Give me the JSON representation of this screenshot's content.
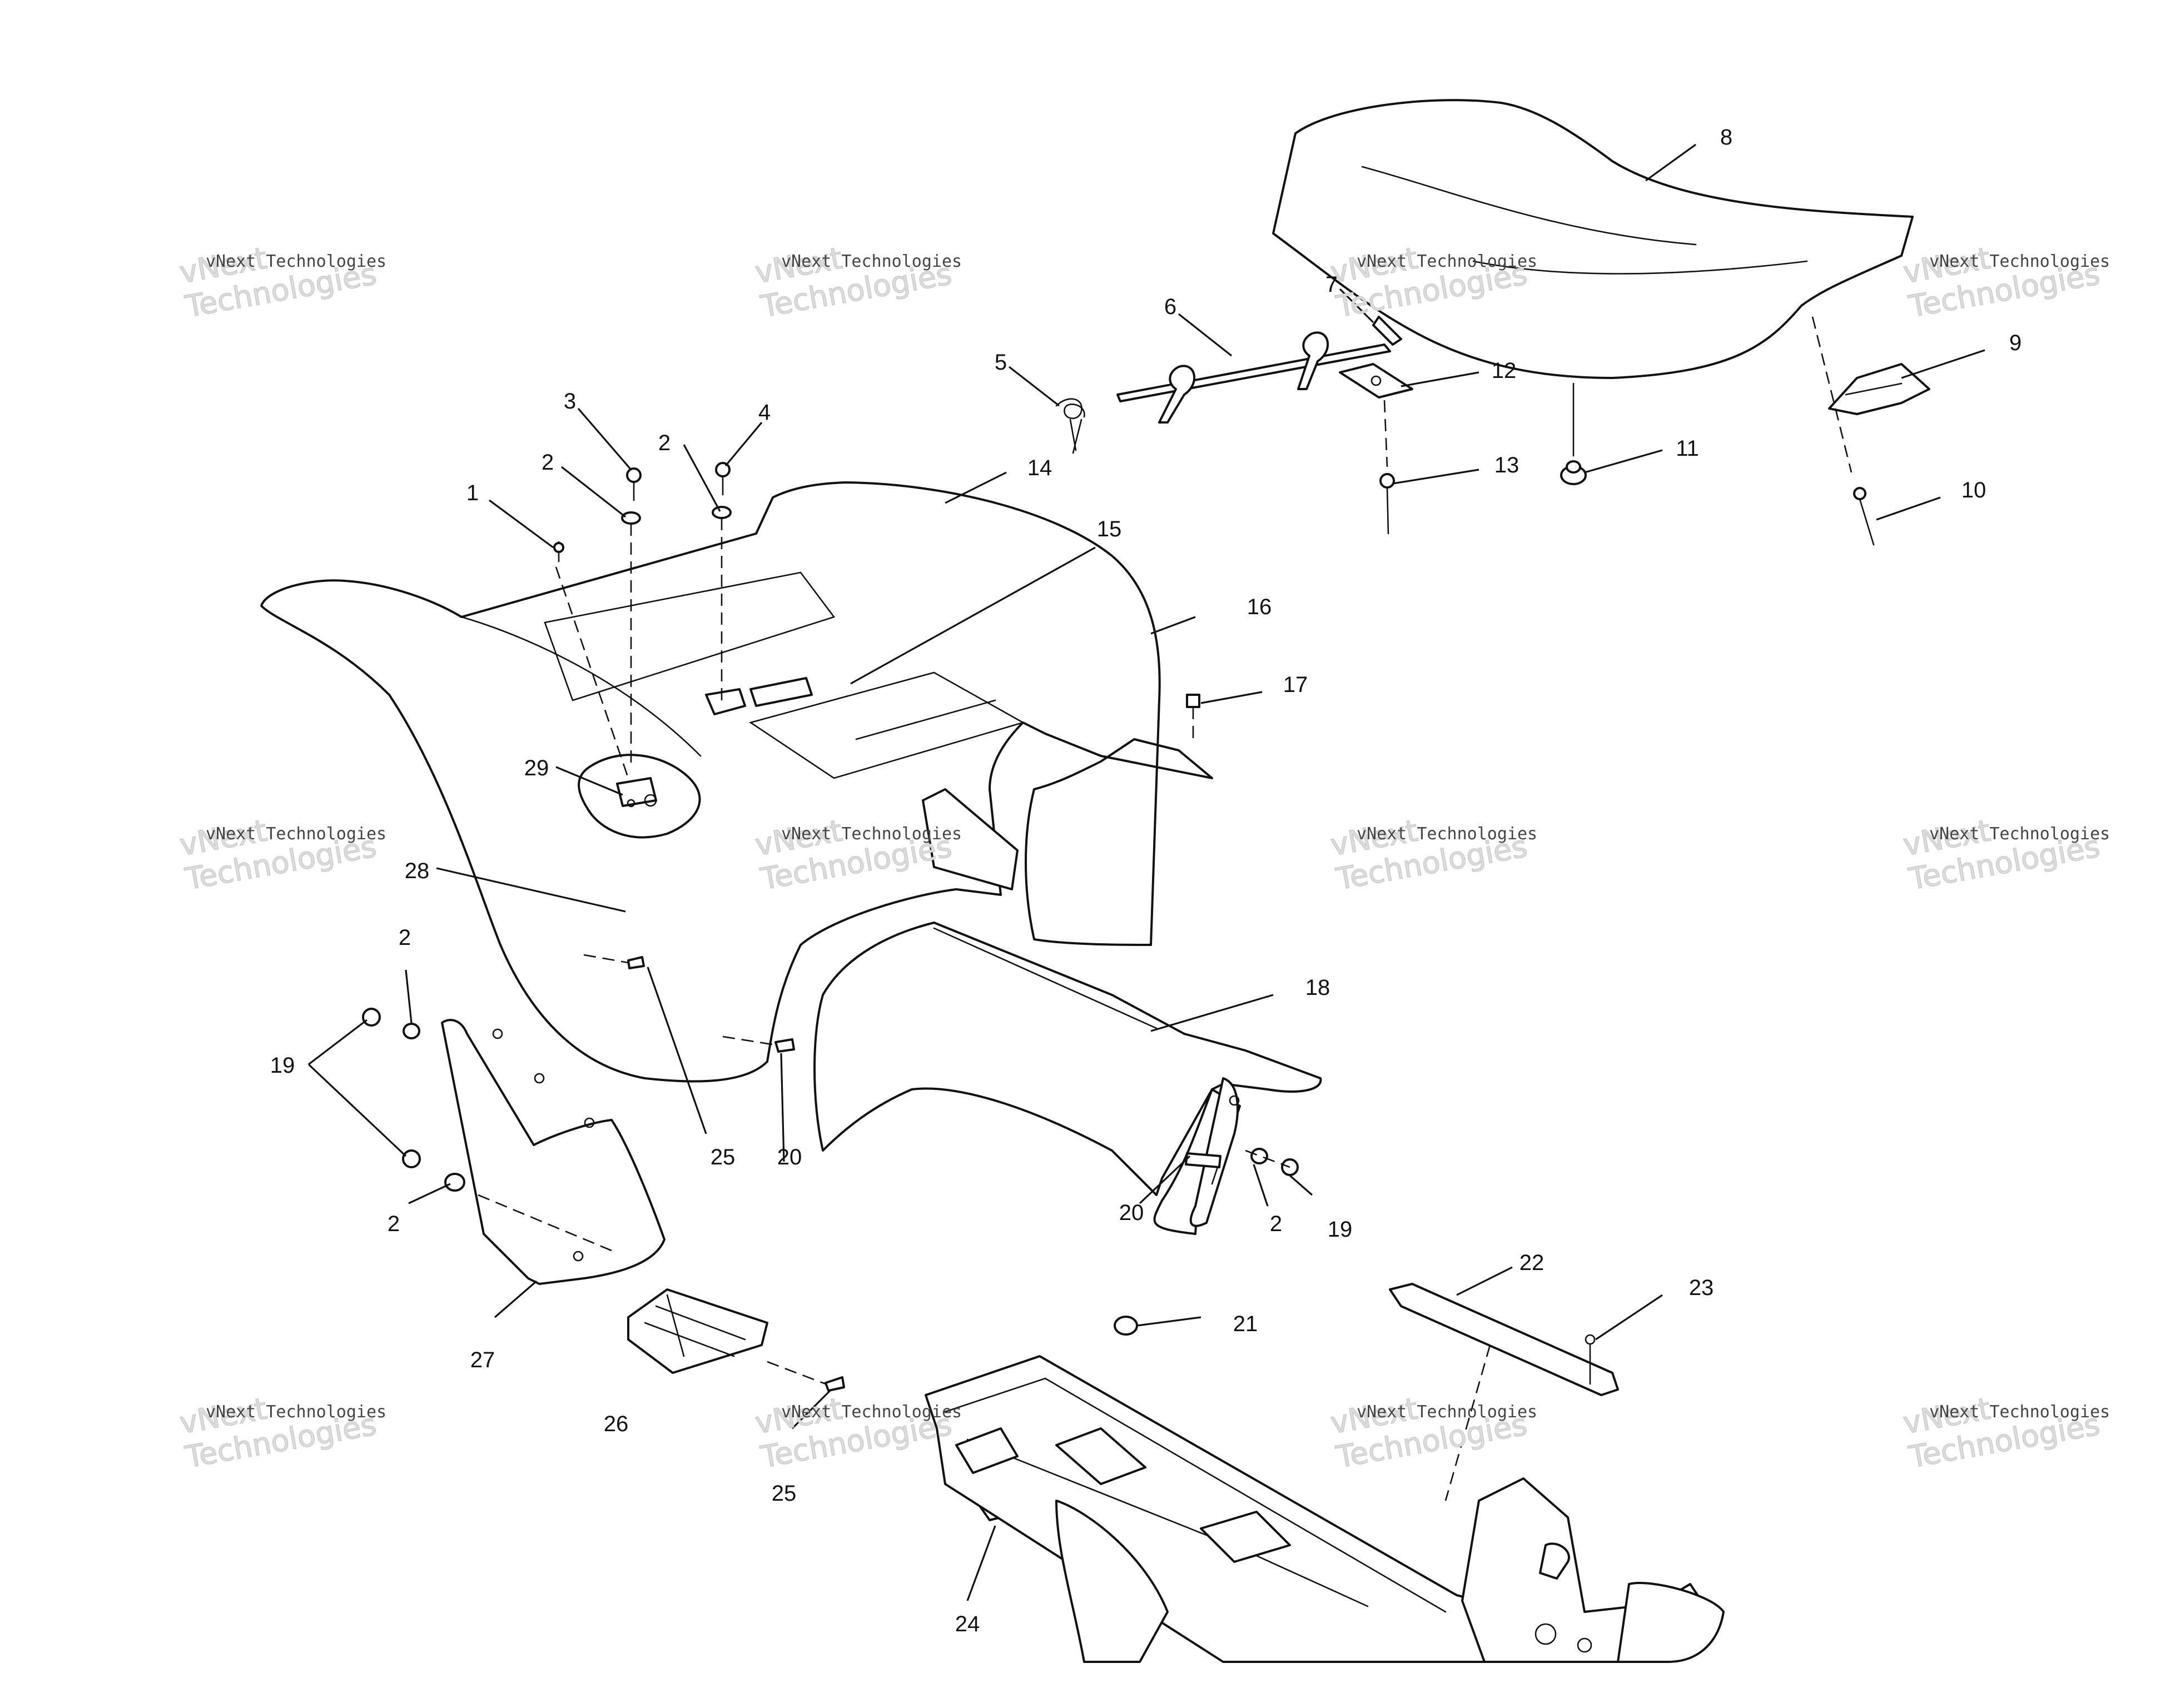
{
  "diagram": {
    "callouts": [
      "1",
      "2",
      "3",
      "2",
      "4",
      "5",
      "6",
      "7",
      "8",
      "9",
      "10",
      "11",
      "12",
      "13",
      "14",
      "15",
      "16",
      "17",
      "28",
      "29",
      "2",
      "19",
      "2",
      "25",
      "20",
      "18",
      "20",
      "2",
      "19",
      "27",
      "26",
      "25",
      "21",
      "22",
      "23",
      "24"
    ]
  },
  "watermark": {
    "line1": "vNext Technologies",
    "line2": "vNext\nTechnologies"
  },
  "colors": {
    "ink": "#111111",
    "watermark": "#c8c8c8",
    "background": "#ffffff"
  }
}
